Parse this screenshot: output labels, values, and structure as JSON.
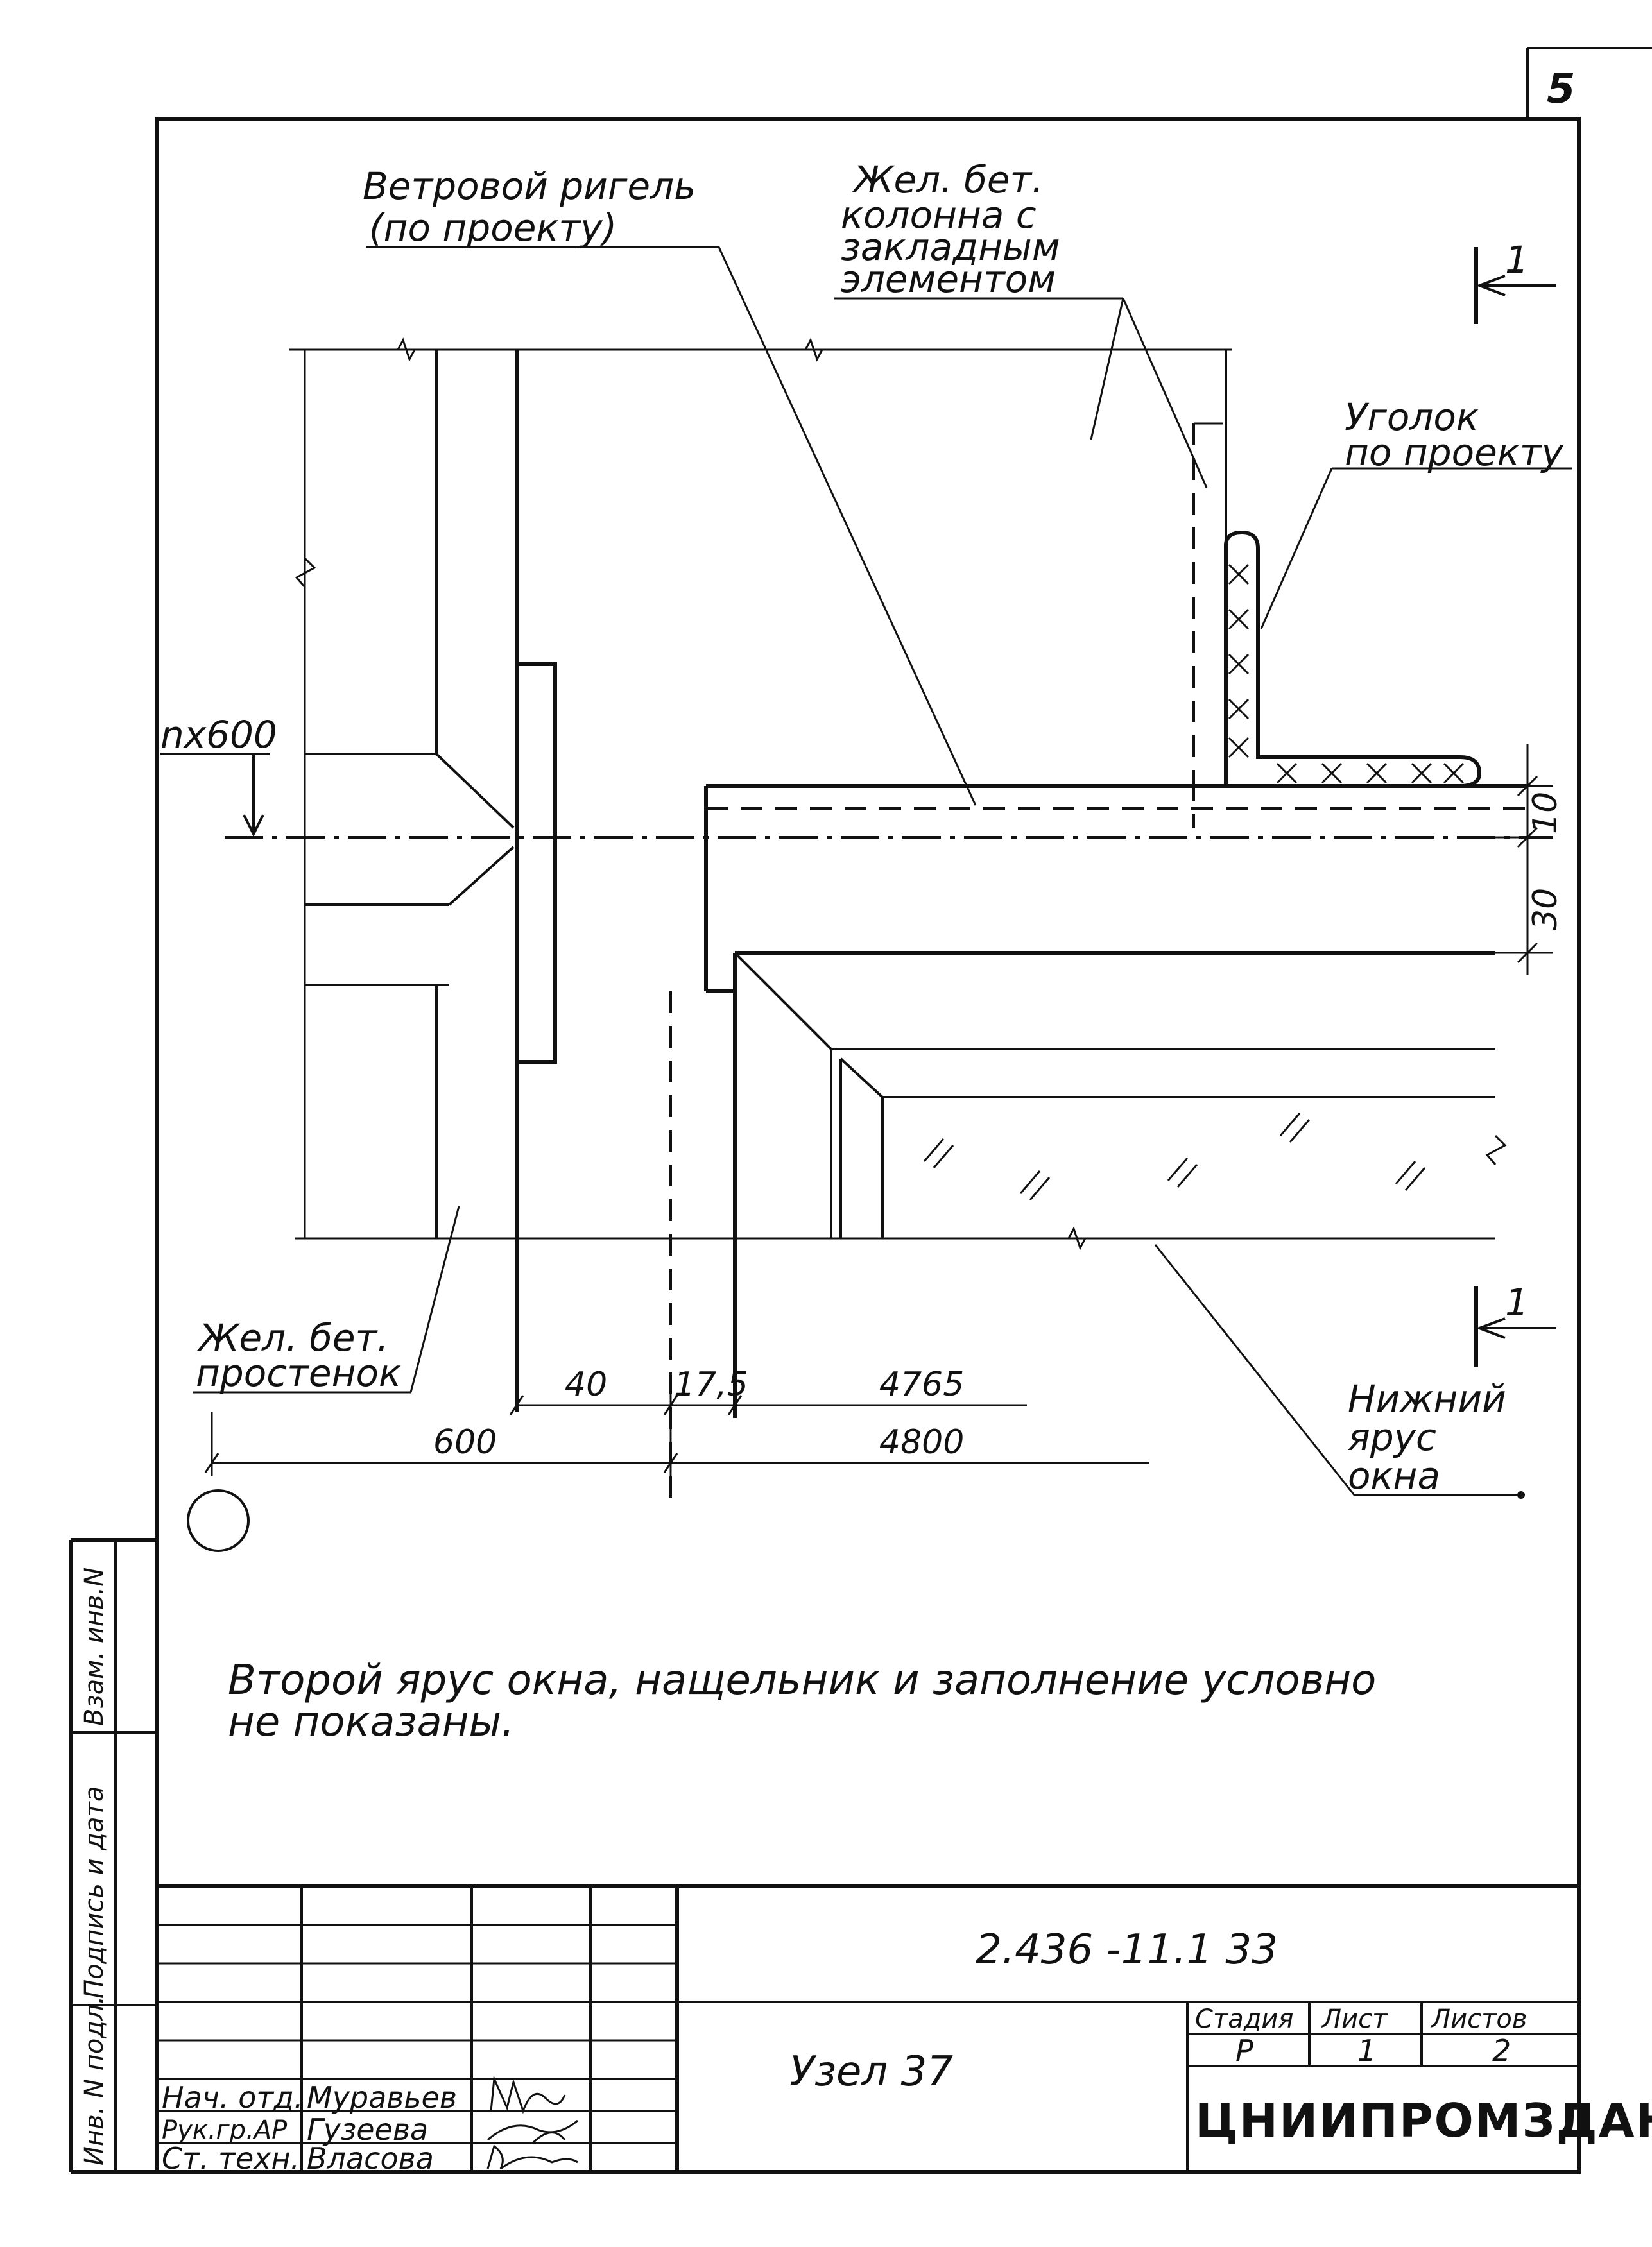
{
  "page_number": "5",
  "labels": {
    "wind_beam": [
      "Ветровой ригель",
      "(по проекту)"
    ],
    "column": [
      "Жел. бет.",
      "колонна с",
      "закладным",
      "элементом"
    ],
    "angle": [
      "Уголок",
      "по проекту"
    ],
    "pier": [
      "Жел. бет.",
      "простенок"
    ],
    "lower_tier": [
      "Нижний",
      "ярус",
      "окна"
    ],
    "nx600": "nх600",
    "section_mark": "1"
  },
  "dimensions": {
    "d40": "40",
    "d175": "17,5",
    "d4765": "4765",
    "d600": "600",
    "d4800": "4800",
    "d10": "10",
    "d30": "30"
  },
  "note": [
    "Второй ярус окна, нащельник и заполнение условно",
    "не показаны."
  ],
  "title_block": {
    "doc_code": "2.436 -11.1 33",
    "title": "Узел 37",
    "organization": "ЦНИИПРОМЗДАНИЙ",
    "stage_header": "Стадия",
    "sheet_header": "Лист",
    "sheets_header": "Листов",
    "stage_value": "Р",
    "sheet_value": "1",
    "sheets_value": "2",
    "staff": [
      {
        "role": "Нач. отд.",
        "name": "Муравьев"
      },
      {
        "role": "Рук.гр.АР",
        "name": "Гузеева"
      },
      {
        "role": "Ст. техн.",
        "name": "Власова"
      }
    ]
  },
  "side_stamp": [
    "Инв. N подл.",
    "Подпись и дата",
    "Взам. инв.N"
  ]
}
